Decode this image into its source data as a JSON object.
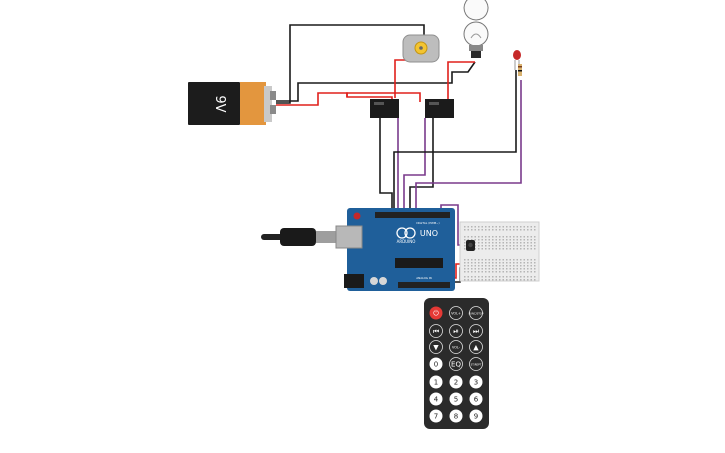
{
  "battery": {
    "label": "9V"
  },
  "arduino": {
    "brand": "ARDUINO",
    "model": "UNO",
    "header_top": "DIGITAL (PWM~)",
    "header_bottom": "ANALOG IN"
  },
  "remote": {
    "buttons": [
      {
        "id": "power",
        "label": "⏻"
      },
      {
        "id": "vol-up",
        "label": "VOL+"
      },
      {
        "id": "func-stop",
        "label": "FUNC/STOP"
      },
      {
        "id": "prev",
        "label": "⏮"
      },
      {
        "id": "play-pause",
        "label": "⏯"
      },
      {
        "id": "next",
        "label": "⏭"
      },
      {
        "id": "down",
        "label": "▼"
      },
      {
        "id": "vol-down",
        "label": "VOL-"
      },
      {
        "id": "up",
        "label": "▲"
      },
      {
        "id": "0",
        "label": "0"
      },
      {
        "id": "eq",
        "label": "EQ"
      },
      {
        "id": "st-rept",
        "label": "ST/REPT"
      },
      {
        "id": "1",
        "label": "1"
      },
      {
        "id": "2",
        "label": "2"
      },
      {
        "id": "3",
        "label": "3"
      },
      {
        "id": "4",
        "label": "4"
      },
      {
        "id": "5",
        "label": "5"
      },
      {
        "id": "6",
        "label": "6"
      },
      {
        "id": "7",
        "label": "7"
      },
      {
        "id": "8",
        "label": "8"
      },
      {
        "id": "9",
        "label": "9"
      }
    ]
  },
  "colors": {
    "wire_black": "#1a1a1a",
    "wire_red": "#e0201c",
    "wire_purple": "#7a3a8c",
    "arduino_blue": "#1f5f9a",
    "remote_body": "#2b2b2b",
    "power_button": "#e53935"
  }
}
